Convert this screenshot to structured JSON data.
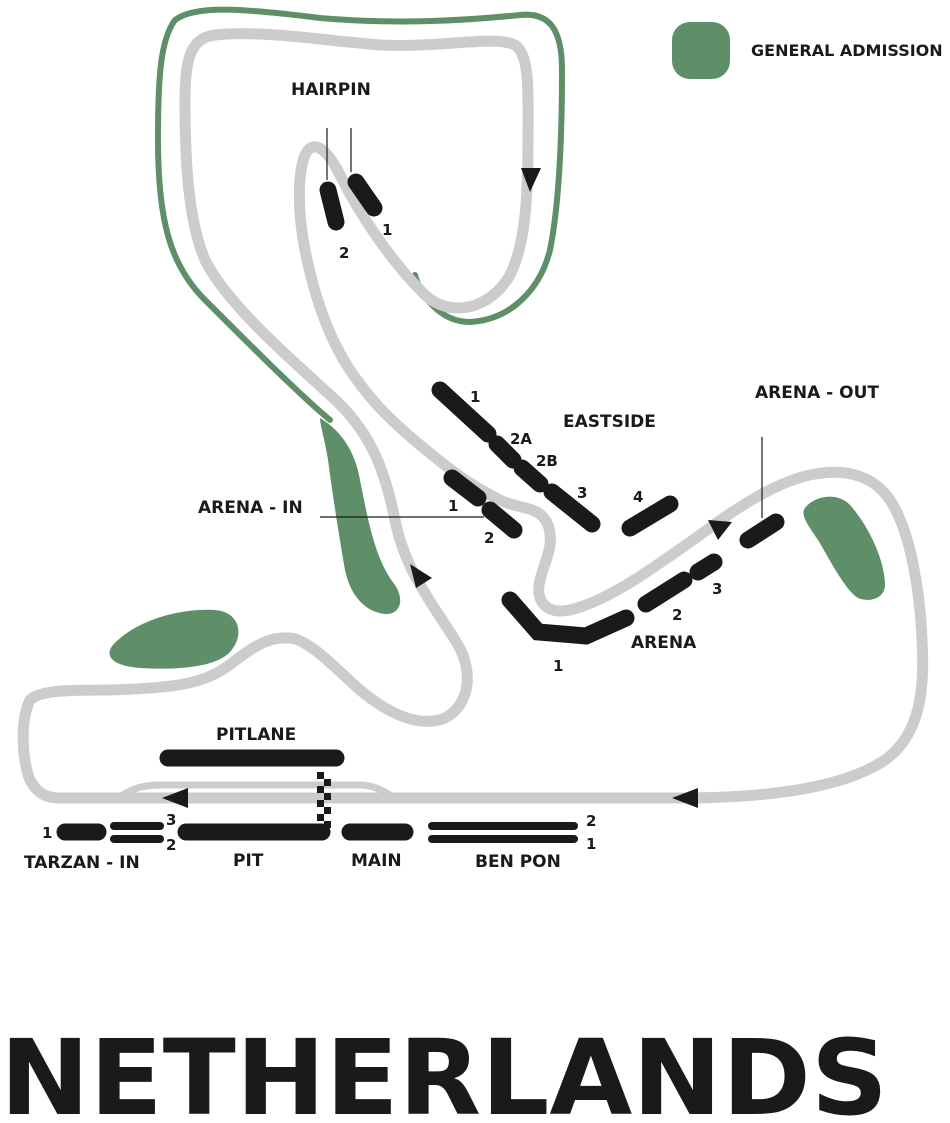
{
  "legend": {
    "label": "GENERAL ADMISSION",
    "color": "#5e8f68"
  },
  "colors": {
    "track": "#cccccc",
    "grandstand": "#1a1a1a",
    "general_admission": "#5e8f68",
    "background": "#ffffff"
  },
  "areas": {
    "hairpin": "HAIRPIN",
    "eastside": "EASTSIDE",
    "arena_out": "ARENA - OUT",
    "arena_in": "ARENA - IN",
    "arena": "ARENA",
    "pitlane": "PITLANE",
    "tarzan_in": "TARZAN - IN",
    "pit": "PIT",
    "main": "MAIN",
    "ben_pon": "BEN PON"
  },
  "stand_numbers": {
    "hairpin_1": "1",
    "hairpin_2": "2",
    "eastside_1": "1",
    "eastside_2a": "2A",
    "eastside_2b": "2B",
    "eastside_3": "3",
    "eastside_4": "4",
    "arena_in_1": "1",
    "arena_in_2": "2",
    "arena_1": "1",
    "arena_2": "2",
    "arena_3": "3",
    "tarzan_1": "1",
    "tarzan_2": "2",
    "tarzan_3": "3",
    "ben_pon_1": "1",
    "ben_pon_2": "2"
  },
  "title": "NETHERLANDS"
}
